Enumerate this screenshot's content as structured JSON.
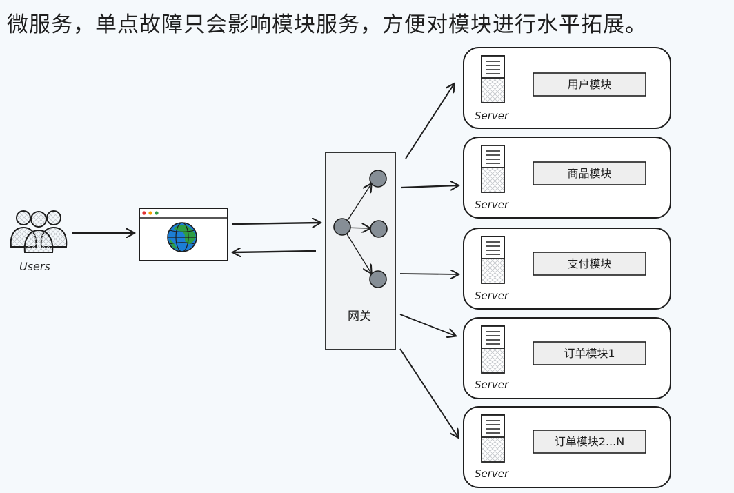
{
  "title": "微服务，单点故障只会影响模块服务，方便对模块进行水平拓展。",
  "users_label": "Users",
  "gateway_label": "网关",
  "server_label": "Server",
  "modules": [
    {
      "label": "用户模块"
    },
    {
      "label": "商品模块"
    },
    {
      "label": "支付模块"
    },
    {
      "label": "订单模块1"
    },
    {
      "label": "订单模块2...N"
    }
  ],
  "colors": {
    "stroke": "#1e1e1e",
    "node": "#868e96",
    "gateway_fill": "#f1f3f5",
    "module_fill": "#eeeeee",
    "globe_blue": "#1c7ed6",
    "globe_green": "#2f9e44"
  },
  "icons": [
    "users-icon",
    "browser-window-icon",
    "globe-icon",
    "server-icon"
  ]
}
